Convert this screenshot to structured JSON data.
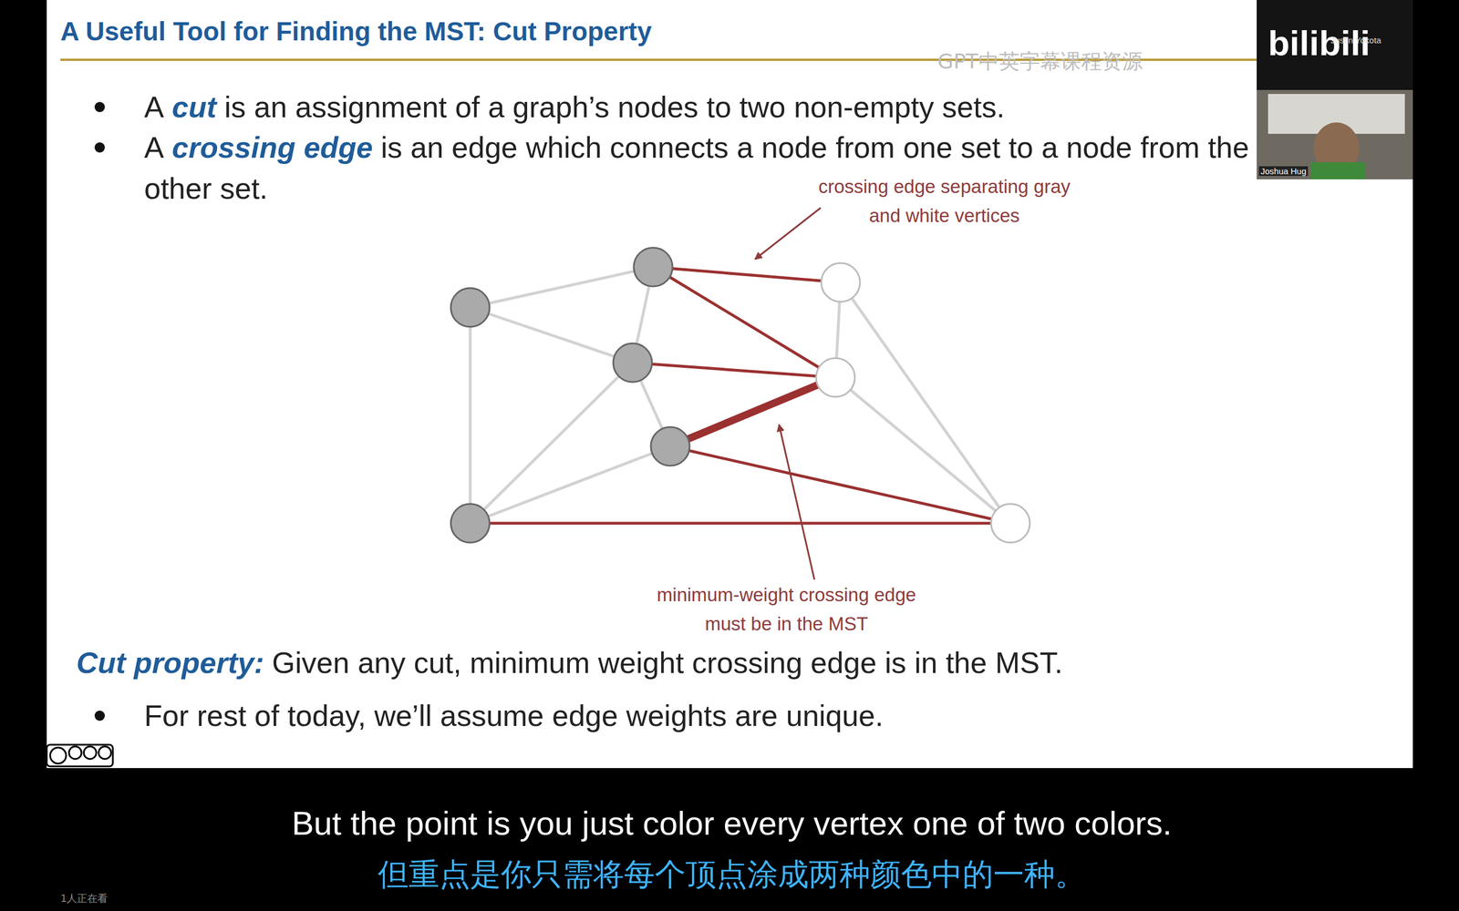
{
  "diagram": {
    "title": "A Useful Tool for Finding the MST: Cut Property",
    "labels": [
      "GPT中英字幕课程资源",
      "bilibili",
      "Justin Yokota",
      "Joshua Hug",
      "A",
      "cut",
      "is an assignment of a graph’s nodes to two non-empty sets.",
      "A",
      "crossing edge",
      "is an edge which connects a node from one set to a node from the other set.",
      "crossing edge separating gray and white vertices",
      "minimum-weight crossing edge must be in the MST",
      "Cut property:",
      "Given any cut, minimum weight crossing edge is in the MST.",
      "For rest of today, we’ll assume edge weights are unique.",
      "But the point is you just color every vertex one of two colors.",
      "但重点是你只需将每个顶点涂成两种颜色中的一种。",
      "1人正在看"
    ]
  }
}
